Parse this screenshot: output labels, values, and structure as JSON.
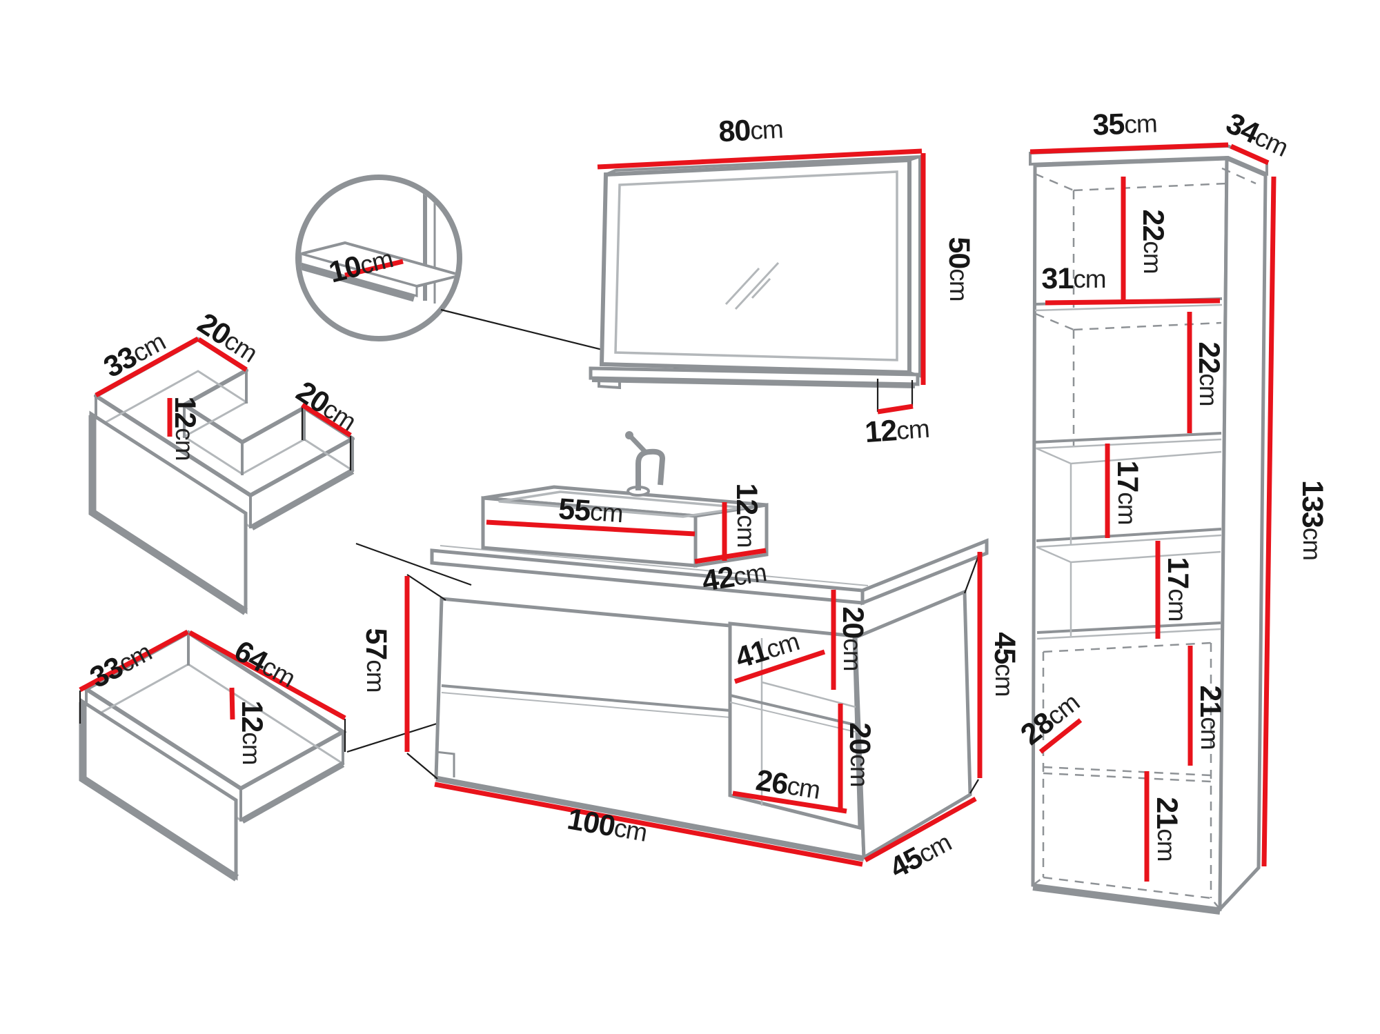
{
  "diagram_title": "Bathroom furniture set dimension diagram",
  "colors": {
    "dimension_line": "#e8131b",
    "outline": "#8e9296",
    "text": "#161616"
  },
  "dims": {
    "mirror_width": {
      "value": "80",
      "unit": "cm"
    },
    "mirror_height": {
      "value": "50",
      "unit": "cm"
    },
    "mirror_shelf": {
      "value": "12",
      "unit": "cm"
    },
    "detail_depth": {
      "value": "10",
      "unit": "cm"
    },
    "td_depth": {
      "value": "33",
      "unit": "cm"
    },
    "td_w1": {
      "value": "20",
      "unit": "cm"
    },
    "td_h": {
      "value": "12",
      "unit": "cm"
    },
    "td_w2": {
      "value": "20",
      "unit": "cm"
    },
    "bd_depth": {
      "value": "33",
      "unit": "cm"
    },
    "bd_width": {
      "value": "64",
      "unit": "cm"
    },
    "bd_h": {
      "value": "12",
      "unit": "cm"
    },
    "v_basin_w": {
      "value": "55",
      "unit": "cm"
    },
    "v_basin_h": {
      "value": "12",
      "unit": "cm"
    },
    "v_basin_d": {
      "value": "42",
      "unit": "cm"
    },
    "v_height": {
      "value": "57",
      "unit": "cm"
    },
    "v_niche1": {
      "value": "20",
      "unit": "cm"
    },
    "v_shelf": {
      "value": "41",
      "unit": "cm"
    },
    "v_niche2": {
      "value": "20",
      "unit": "cm"
    },
    "v_niche_w": {
      "value": "26",
      "unit": "cm"
    },
    "v_width": {
      "value": "100",
      "unit": "cm"
    },
    "v_side_h": {
      "value": "45",
      "unit": "cm"
    },
    "v_depth": {
      "value": "45",
      "unit": "cm"
    },
    "t_width": {
      "value": "35",
      "unit": "cm"
    },
    "t_depth": {
      "value": "34",
      "unit": "cm"
    },
    "t_s1": {
      "value": "22",
      "unit": "cm"
    },
    "t_inner_w": {
      "value": "31",
      "unit": "cm"
    },
    "t_s2": {
      "value": "22",
      "unit": "cm"
    },
    "t_s3": {
      "value": "17",
      "unit": "cm"
    },
    "t_s4": {
      "value": "17",
      "unit": "cm"
    },
    "t_s5": {
      "value": "21",
      "unit": "cm"
    },
    "t_inner_d": {
      "value": "28",
      "unit": "cm"
    },
    "t_s6": {
      "value": "21",
      "unit": "cm"
    },
    "t_height": {
      "value": "133",
      "unit": "cm"
    }
  }
}
